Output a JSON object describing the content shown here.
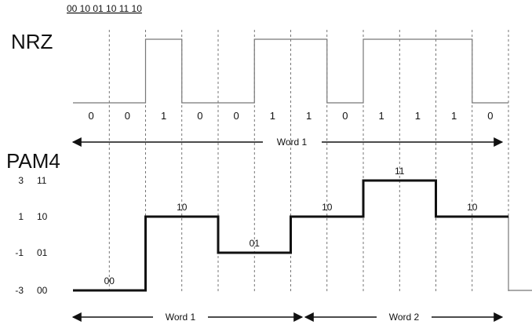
{
  "top_sequence": "00 10 01 10 11 10",
  "nrz": {
    "label": "NRZ",
    "bits": [
      "0",
      "0",
      "1",
      "0",
      "0",
      "1",
      "1",
      "0",
      "1",
      "1",
      "1",
      "0"
    ],
    "word_label": "Word 1"
  },
  "pam4": {
    "label": "PAM4",
    "levels": [
      {
        "value": "3",
        "code": "11"
      },
      {
        "value": "1",
        "code": "10"
      },
      {
        "value": "-1",
        "code": "01"
      },
      {
        "value": "-3",
        "code": "00"
      }
    ],
    "word1_symbols": [
      "00",
      "10",
      "01",
      "10",
      "11",
      "10"
    ],
    "word1_levels": [
      -3,
      1,
      -1,
      1,
      3,
      1
    ],
    "word2_levels": [
      1,
      -1,
      1,
      3,
      1
    ],
    "word1_label": "Word 1",
    "word2_label": "Word 2"
  },
  "colors": {
    "line": "#111111",
    "thin": "#777777",
    "grid": "#555555"
  }
}
